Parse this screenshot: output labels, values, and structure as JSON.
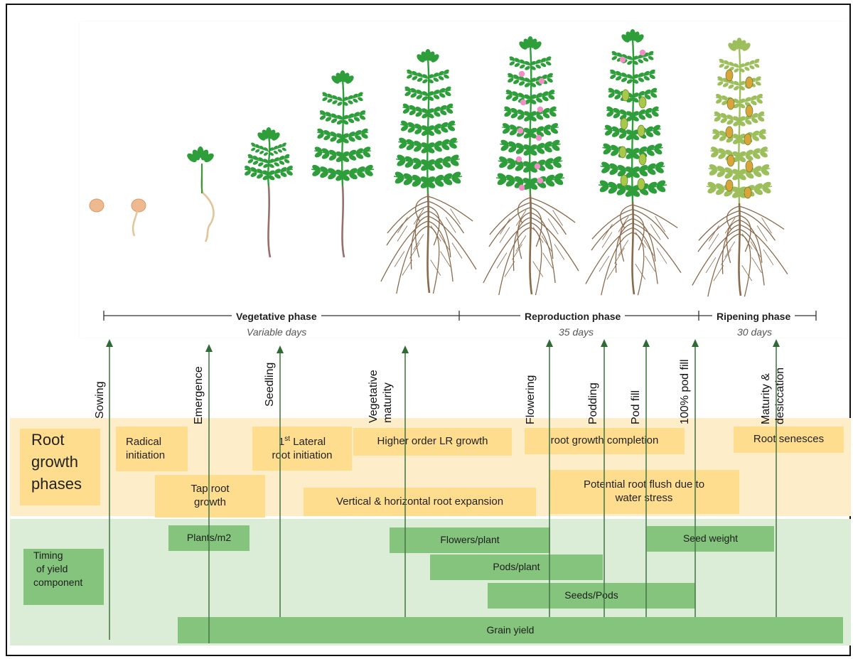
{
  "phases": [
    {
      "title": "Vegetative phase",
      "days": "Variable days"
    },
    {
      "title": "Reproduction phase",
      "days": "35 days"
    },
    {
      "title": "Ripening phase",
      "days": "30 days"
    }
  ],
  "stages": [
    {
      "label": "Sowing"
    },
    {
      "label": "Emergence"
    },
    {
      "label": "Seedling"
    },
    {
      "label_line1": "Vegetative",
      "label_line2": "maturity"
    },
    {
      "label": "Flowering"
    },
    {
      "label": "Podding"
    },
    {
      "label": "Pod fill"
    },
    {
      "label": "100% pod fill"
    },
    {
      "label_line1": "Maturity &",
      "label_line2": "desiccation"
    }
  ],
  "root_section": {
    "title_line1": "Root",
    "title_line2": "growth",
    "title_line3": "phases",
    "boxes": {
      "radical_l1": "Radical",
      "radical_l2": "initiation",
      "taproot_l1": "Tap root",
      "taproot_l2": "growth",
      "lateral_pre": "1",
      "lateral_sup": "st",
      "lateral_post": " Lateral",
      "lateral_l2": "root initiation",
      "higher_order": "Higher order LR growth",
      "vertical": "Vertical & horizontal root expansion",
      "completion": "root growth completion",
      "flush_l1": "Potential root flush due to",
      "flush_l2": "water stress",
      "senesces": "Root senesces"
    }
  },
  "yield_section": {
    "title_line1": "Timing",
    "title_line2": "of yield",
    "title_line3": "component",
    "boxes": {
      "plants": "Plants/m2",
      "flowers": "Flowers/plant",
      "pods": "Pods/plant",
      "seeds": "Seeds/Pods",
      "seed_weight": "Seed weight",
      "grain": "Grain yield"
    }
  },
  "colors": {
    "root_band": "#fdedc9",
    "yield_band": "#dcedd7",
    "root_box": "#fedd8e",
    "yield_box": "#85c47d",
    "stage_line": "#4a7a4a",
    "leaf": "#2e9e3a",
    "ripe_leaf": "#9cbf5c",
    "flower": "#ef8fc4",
    "pod": "#a8c84a",
    "ripe_pod": "#d9a43a",
    "root": "#8a6a4c"
  }
}
